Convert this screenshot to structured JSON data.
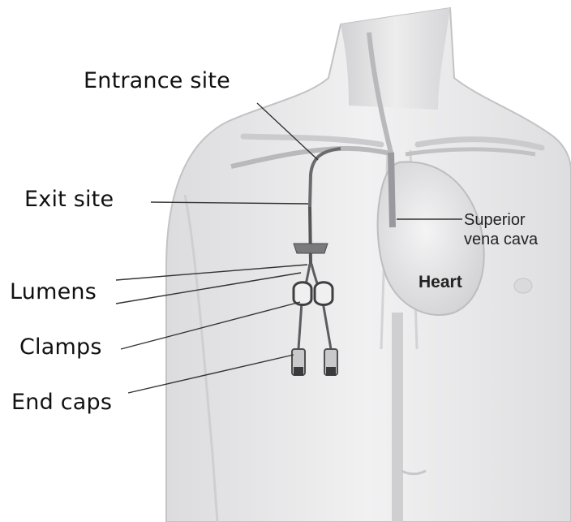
{
  "labels": {
    "entrance_site": "Entrance site",
    "exit_site": "Exit site",
    "lumens": "Lumens",
    "clamps": "Clamps",
    "end_caps": "End caps",
    "superior_line1": "Superior",
    "superior_line2": "vena cava",
    "heart": "Heart"
  },
  "colors": {
    "body_fill": "#e9e9ea",
    "body_edge": "#c6c6c8",
    "vessel": "#b5b5b8",
    "catheter": "#5a5a5c",
    "leader_line": "#333333"
  }
}
